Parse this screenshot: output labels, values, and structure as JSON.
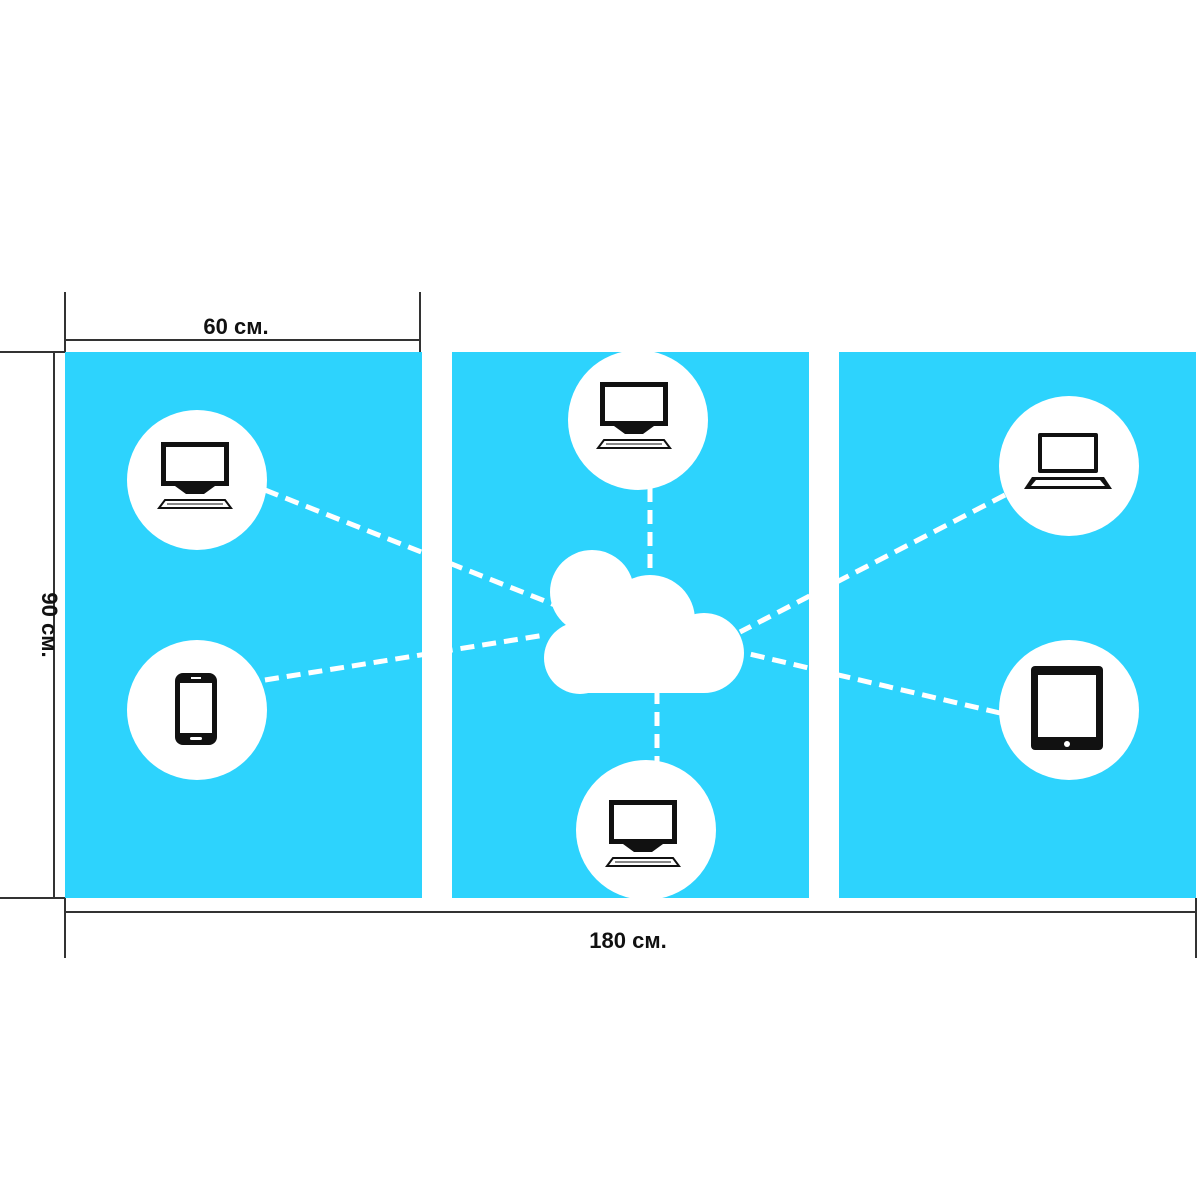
{
  "dimensions": {
    "panel_width": "60 см.",
    "height": "90 см.",
    "total_width": "180 см."
  },
  "colors": {
    "panel": "#2dd3fd",
    "circle": "#ffffff",
    "icon": "#111111",
    "connector": "#ffffff",
    "dimension_line": "#333333"
  },
  "panels_count": 3,
  "devices": [
    {
      "id": "left-top",
      "icon": "monitor-icon"
    },
    {
      "id": "left-bottom",
      "icon": "smartphone-icon"
    },
    {
      "id": "center-top",
      "icon": "monitor-icon"
    },
    {
      "id": "center-bottom",
      "icon": "monitor-icon"
    },
    {
      "id": "right-top",
      "icon": "laptop-icon"
    },
    {
      "id": "right-bottom",
      "icon": "tablet-icon"
    }
  ],
  "hub_icon": "cloud-icon"
}
